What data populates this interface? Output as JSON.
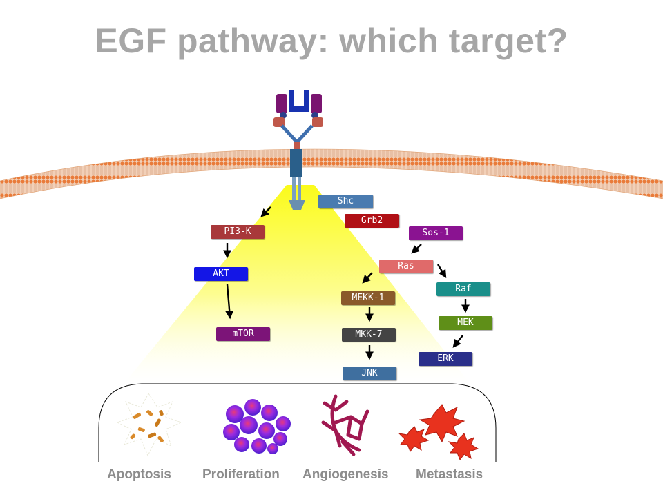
{
  "title": "EGF pathway: which target?",
  "colors": {
    "title": "#a6a6a6",
    "Shc": "#4a7bb0",
    "Grb2": "#b01016",
    "Sos1": "#8a1391",
    "PI3K": "#a8383a",
    "AKT": "#1416e6",
    "mTOR": "#7c1478",
    "Ras": "#e06a6a",
    "Raf": "#1a8f8a",
    "MEKK1": "#8a5a2a",
    "MEK": "#5f8f18",
    "MKK7": "#444444",
    "ERK": "#2a2f8a",
    "JNK": "#3f6f9f"
  },
  "nodes": {
    "shc": "Shc",
    "grb2": "Grb2",
    "sos1": "Sos-1",
    "pi3k": "PI3-K",
    "akt": "AKT",
    "mtor": "mTOR",
    "ras": "Ras",
    "raf": "Raf",
    "mekk1": "MEKK-1",
    "mek": "MEK",
    "mkk7": "MKK-7",
    "erk": "ERK",
    "jnk": "JNK"
  },
  "outcomes": {
    "apoptosis": "Apoptosis",
    "proliferation": "Proliferation",
    "angiogenesis": "Angiogenesis",
    "metastasis": "Metastasis"
  }
}
